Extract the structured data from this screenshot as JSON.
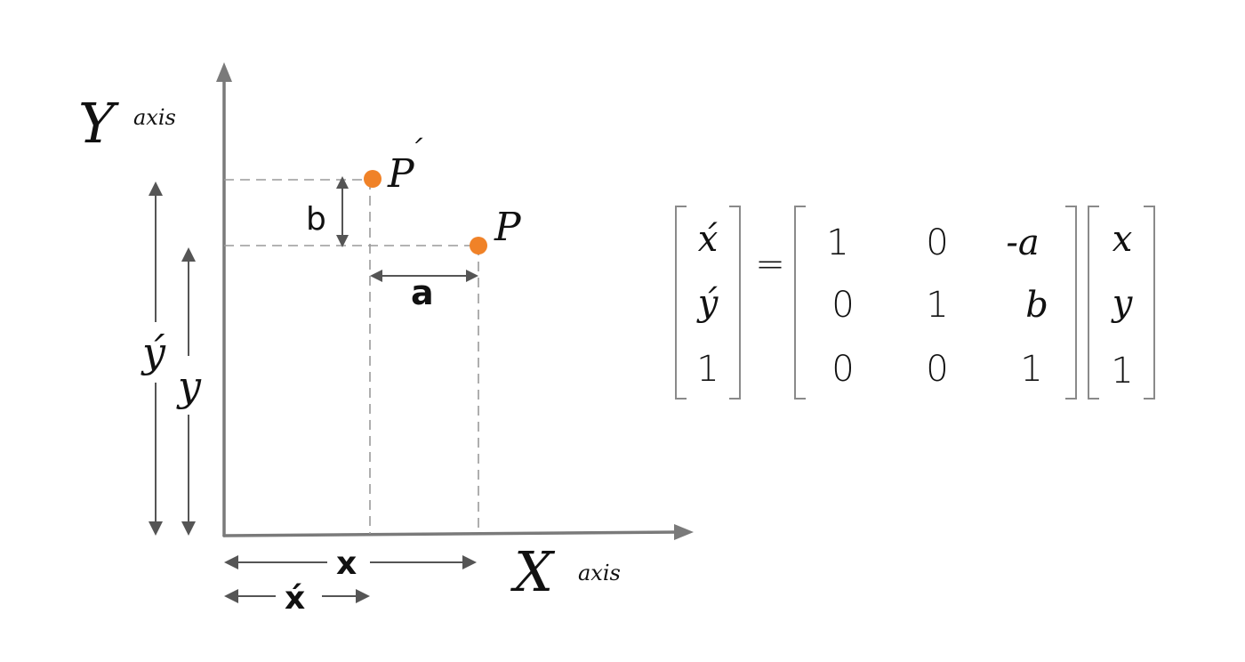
{
  "diagram": {
    "y_axis_label": {
      "letter": "Y",
      "word": "axis"
    },
    "x_axis_label": {
      "letter": "X",
      "word": "axis"
    },
    "point_p": {
      "label": "P",
      "color": "#f08228"
    },
    "point_p_prime": {
      "label": "P",
      "prime": "´",
      "color": "#f08228"
    },
    "dim_a": "a",
    "dim_b": "b",
    "dim_x": "x",
    "dim_x_prime": "x́",
    "dim_y": "y",
    "dim_y_prime": "ý"
  },
  "equation": {
    "lhs": [
      "x́",
      "ý",
      "1"
    ],
    "equals": "=",
    "matrix": [
      [
        "1",
        "0",
        "-a"
      ],
      [
        "0",
        "1",
        "b"
      ],
      [
        "0",
        "0",
        "1"
      ]
    ],
    "rhs": [
      "x",
      "y",
      "1"
    ]
  },
  "colors": {
    "accent": "#f08228",
    "axis": "#7a7a7a",
    "ink": "#111111"
  }
}
